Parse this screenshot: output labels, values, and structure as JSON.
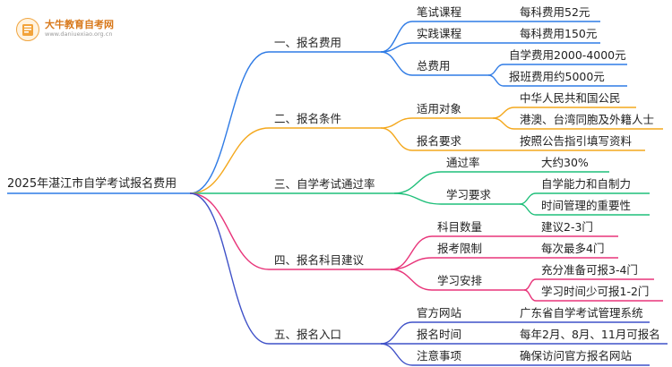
{
  "logo": {
    "name": "大牛教育自考网",
    "url": "www.daniuexiao.org.cn"
  },
  "root": "2025年湛江市自学考试报名费用",
  "colors": {
    "blue": "#2f7be5",
    "orange": "#f4a81d",
    "green": "#1fbf7a",
    "pink": "#e8357a",
    "indigo": "#3f51c8"
  },
  "branches": [
    {
      "label": "一、报名费用",
      "color": "blue",
      "children": [
        {
          "label": "笔试课程",
          "leaves": [
            "每科费用52元"
          ]
        },
        {
          "label": "实践课程",
          "leaves": [
            "每科费用150元"
          ]
        },
        {
          "label": "总费用",
          "leaves": [
            "自学费用2000-4000元",
            "报班费用约5000元"
          ]
        }
      ]
    },
    {
      "label": "二、报名条件",
      "color": "orange",
      "children": [
        {
          "label": "适用对象",
          "leaves": [
            "中华人民共和国公民",
            "港澳、台湾同胞及外籍人士"
          ]
        },
        {
          "label": "报名要求",
          "leaves": [
            "按照公告指引填写资料"
          ]
        }
      ]
    },
    {
      "label": "三、自学考试通过率",
      "color": "green",
      "children": [
        {
          "label": "通过率",
          "leaves": [
            "大约30%"
          ]
        },
        {
          "label": "学习要求",
          "leaves": [
            "自学能力和自制力",
            "时间管理的重要性"
          ]
        }
      ]
    },
    {
      "label": "四、报名科目建议",
      "color": "pink",
      "children": [
        {
          "label": "科目数量",
          "leaves": [
            "建议2-3门"
          ]
        },
        {
          "label": "报考限制",
          "leaves": [
            "每次最多4门"
          ]
        },
        {
          "label": "学习安排",
          "leaves": [
            "充分准备可报3-4门",
            "学习时间少可报1-2门"
          ]
        }
      ]
    },
    {
      "label": "五、报名入口",
      "color": "indigo",
      "children": [
        {
          "label": "官方网站",
          "leaves": [
            "广东省自学考试管理系统"
          ]
        },
        {
          "label": "报名时间",
          "leaves": [
            "每年2月、8月、11月可报名"
          ]
        },
        {
          "label": "注意事项",
          "leaves": [
            "确保访问官方报名网站"
          ]
        }
      ]
    }
  ]
}
